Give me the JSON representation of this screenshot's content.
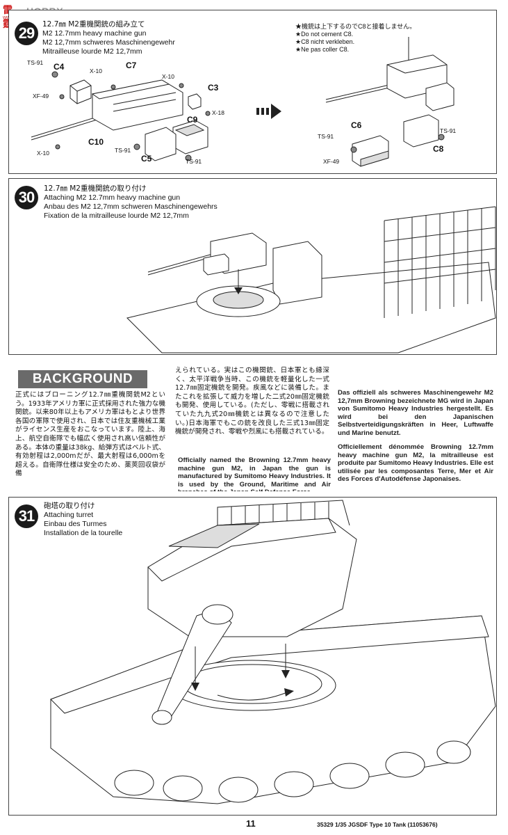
{
  "watermark": {
    "logo": "雷霆",
    "text": "HOBBY SEARCH",
    "sub": "www.hlj.com"
  },
  "step29": {
    "number": "29",
    "title_jp": "12.7㎜ M2重機関銃の組み立て",
    "title_en": "M2 12.7mm heavy machine gun",
    "title_de": "M2 12,7mm schweres Maschinengewehr",
    "title_fr": "Mitrailleuse lourde M2 12,7mm",
    "note_jp": "★機銃は上下するのでC8と接着しません。",
    "note_en": "★Do not cement C8.",
    "note_de": "★C8 nicht verkleben.",
    "note_fr": "★Ne pas coller C8.",
    "parts": {
      "c4": "C4",
      "c7": "C7",
      "c3": "C3",
      "c9": "C9",
      "c10": "C10",
      "c5": "C5",
      "c6": "C6",
      "c8": "C8"
    },
    "codes": {
      "ts91": "TS-91",
      "x10": "X-10",
      "xf49": "XF-49",
      "x18": "X-18"
    }
  },
  "step30": {
    "number": "30",
    "title_jp": "12.7㎜ M2重機関銃の取り付け",
    "title_en": "Attaching M2 12.7mm heavy machine gun",
    "title_de": "Anbau des M2 12,7mm schweren Maschinengewehrs",
    "title_fr": "Fixation de la mitrailleuse lourde M2 12,7mm"
  },
  "background": {
    "heading": "BACKGROUND",
    "jp_col1": "正式にはブローニング12.7㎜重機関銃M2という。1933年アメリカ軍に正式採用された強力な機関銃。以来80年以上もアメリカ軍はもとより世界各国の軍隊で使用され、日本では住友重機械工業がライセンス生産をおこなっています。陸上、海上、航空自衛隊でも幅広く使用され高い信頼性がある。本体の重量は38kg、給弾方式はベルト式、有効射程は2,000mだが、最大射程は6,000mを超える。自衛隊仕様は安全のため、薬莢回収袋が備",
    "jp_col2": "えられている。実はこの機関銃、日本軍とも縁深く、太平洋戦争当時、この機銃を軽量化した一式12.7㎜固定機銃を開発。疾風などに装備した。またこれを拡張して威力を増した二式20㎜固定機銃も開発、使用している。(ただし、零戦に搭載されていた九九式20㎜機銃とは異なるので注意したい。)日本海軍でもこの銃を改良した三式13㎜固定機銃が開発され、零戦や烈風にも搭載されている。",
    "en": "Officially named the Browning 12.7mm heavy machine gun M2, in Japan the gun is manufactured by Sumitomo Heavy Industries. It is used by the Ground, Maritime and Air branches of the Japan Self Defense Force.",
    "de": "Das offiziell als schweres Maschinengewehr M2 12,7mm Browning bezeichnete MG wird in Japan von Sumitomo Heavy Industries hergestellt. Es wird bei den Japanischen Selbstverteidigungskräften in Heer, Luftwaffe und Marine benutzt.",
    "fr": "Officiellement dénommée Browning 12.7mm heavy machine gun M2, la mitrailleuse est produite par Sumitomo Heavy Industries. Elle est utilisée par les composantes Terre, Mer et Air des Forces d'Autodéfense Japonaises."
  },
  "step31": {
    "number": "31",
    "title_jp": "砲塔の取り付け",
    "title_en": "Attaching turret",
    "title_de": "Einbau des Turmes",
    "title_fr": "Installation de la tourelle"
  },
  "footer": {
    "page": "11",
    "code": "35329  1/35 JGSDF Type 10 Tank (11053676)"
  }
}
